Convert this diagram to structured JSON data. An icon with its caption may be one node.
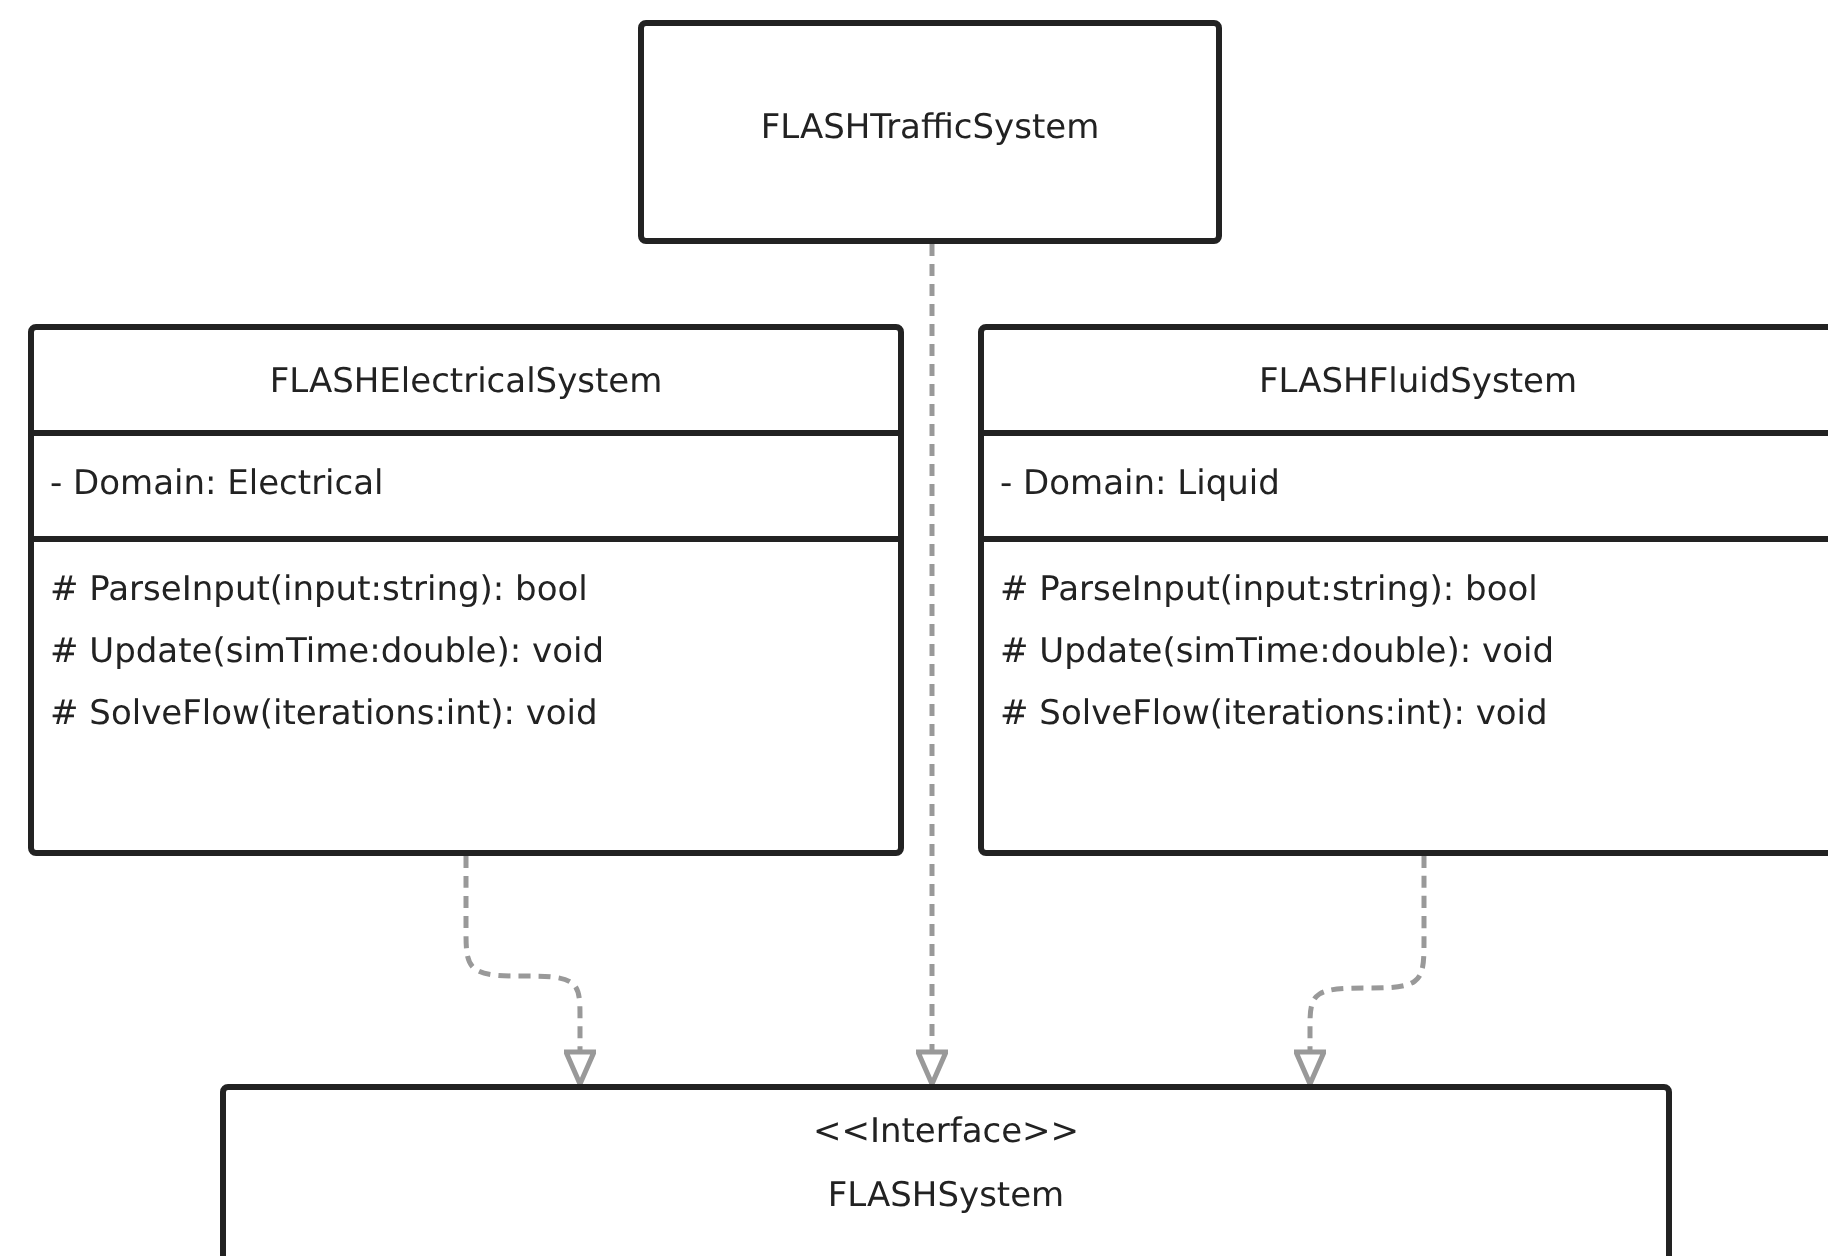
{
  "diagram": {
    "nodes": [
      {
        "text": [
          "FLASHTrafficSystem"
        ]
      },
      {
        "text": [
          "FLASHElectricalSystem",
          "- Domain: Electrical",
          "# ParseInput(input:string): bool",
          "# Update(simTime:double): void",
          "# SolveFlow(iterations:int): void"
        ]
      },
      {
        "text": [
          "FLASHFluidSystem",
          "- Domain: Liquid",
          "# ParseInput(input:string): bool",
          "# Update(simTime:double): void",
          "# SolveFlow(iterations:int): void"
        ]
      },
      {
        "text": [
          "<<Interface>>",
          "FLASHSystem"
        ]
      }
    ],
    "edges": [
      {
        "from": 1,
        "to": 3,
        "arrow": "to",
        "style": "dashed"
      },
      {
        "from": 0,
        "to": 3,
        "arrow": "to",
        "style": "dashed"
      },
      {
        "from": 2,
        "to": 3,
        "arrow": "to",
        "style": "dashed"
      }
    ]
  }
}
